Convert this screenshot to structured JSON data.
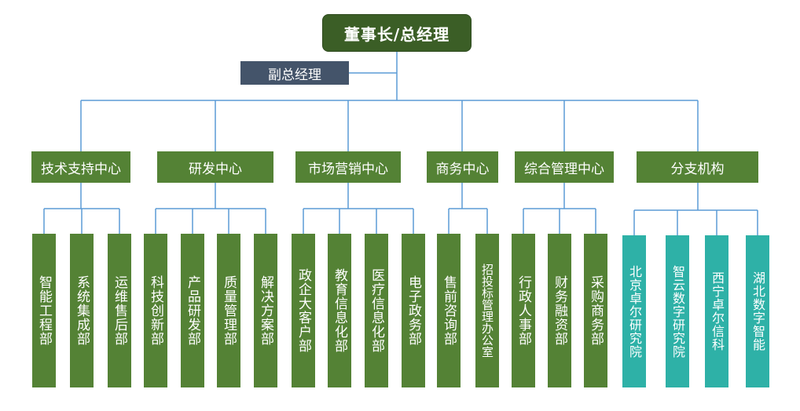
{
  "colors": {
    "root": "#3b5e26",
    "vice": "#44546a",
    "center": "#548235",
    "branch": "#2eb1a7",
    "line": "#5b9bd5"
  },
  "root": {
    "label": "董事长/总经理"
  },
  "vice": {
    "label": "副总经理"
  },
  "centers": [
    {
      "label": "技术支持中心",
      "depts": [
        "智能工程部",
        "系统集成部",
        "运维售后部"
      ]
    },
    {
      "label": "研发中心",
      "depts": [
        "科技创新部",
        "产品研发部",
        "质量管理部",
        "解决方案部"
      ]
    },
    {
      "label": "市场营销中心",
      "depts": [
        "政企大客户部",
        "教育信息化部",
        "医疗信息化部",
        "电子政务部"
      ]
    },
    {
      "label": "商务中心",
      "depts": [
        "售前咨询部",
        "招投标管理办公室"
      ]
    },
    {
      "label": "综合管理中心",
      "depts": [
        "行政人事部",
        "财务融资部",
        "采购商务部"
      ]
    },
    {
      "label": "分支机构",
      "depts": [
        "北京卓尔研究院",
        "智云数字研究院",
        "西宁卓尔信科",
        "湖北数字智能"
      ]
    }
  ]
}
